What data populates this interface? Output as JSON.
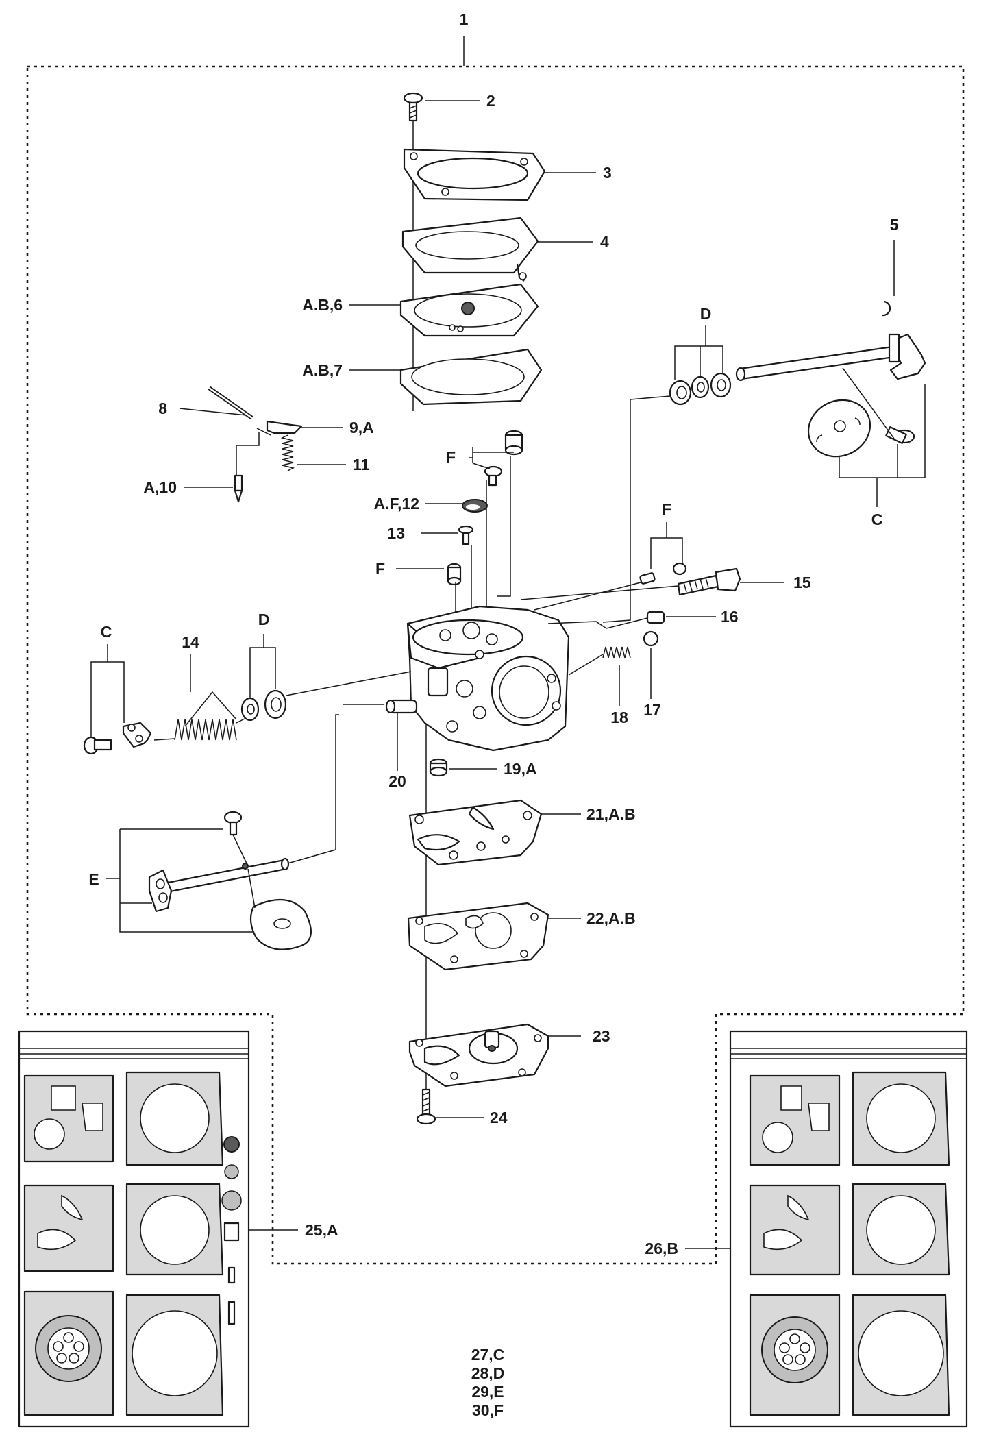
{
  "labels": {
    "assembly": "1",
    "screw_top": "2",
    "cover": "3",
    "gasket_top": "4",
    "clip": "5",
    "diaphragm_pump": "A.B,6",
    "gasket_pump": "A.B,7",
    "pin": "8",
    "lever": "9,A",
    "needle": "A,10",
    "spring_lever": "11",
    "screen": "A.F,12",
    "screw_13": "13",
    "adjuster_screw": "15",
    "plug_16": "16",
    "spring_14": "14",
    "ball_17": "17",
    "spring_18": "18",
    "plug_19": "19,A",
    "fitting_20": "20",
    "diaphragm_21": "21,A.B",
    "gasket_22": "22,A.B",
    "cover_23": "23",
    "screw_24": "24",
    "kit_left": "25,A",
    "kit_right": "26,B",
    "group_c_left": "C",
    "group_c_right": "C",
    "group_d_left": "D",
    "group_d_right": "D",
    "group_e": "E",
    "group_f_top": "F",
    "group_f_mid": "F",
    "group_f_right": "F"
  },
  "legend": [
    "27,C",
    "28,D",
    "29,E",
    "30,F"
  ],
  "colors": {
    "ink": "#1a1a1a",
    "gasket_fill": "#d9d9d9",
    "dark_fill": "#5a5a5a"
  }
}
